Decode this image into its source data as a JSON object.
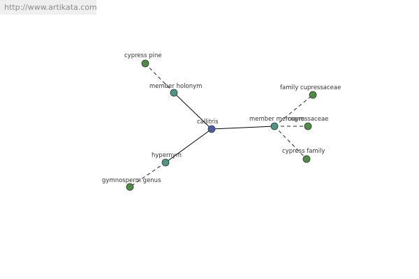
{
  "source": {
    "url_text": "http://www.artikata.com"
  },
  "graph": {
    "colors": {
      "center_node": "#4a5aa6",
      "relation_node": "#4f9488",
      "leaf_node": "#4f8c45",
      "node_stroke": "#2f3a2f",
      "solid_edge": "#000000",
      "dashed_edge": "#222222",
      "label_text": "#333333"
    },
    "nodes": [
      {
        "id": "callitris",
        "label": "callitris",
        "kind": "center"
      },
      {
        "id": "member-holonym",
        "label": "member holonym",
        "kind": "relation"
      },
      {
        "id": "cypress-pine",
        "label": "cypress pine",
        "kind": "leaf"
      },
      {
        "id": "hypernym",
        "label": "hypernym",
        "kind": "relation"
      },
      {
        "id": "gymnosperm-genus",
        "label": "gymnosperm genus",
        "kind": "leaf"
      },
      {
        "id": "member-meronym",
        "label": "member meronym",
        "kind": "relation"
      },
      {
        "id": "family-cupressaceae",
        "label": "family cupressaceae",
        "kind": "leaf"
      },
      {
        "id": "cupressaceae",
        "label": "cupressaceae",
        "kind": "leaf"
      },
      {
        "id": "cypress-family",
        "label": "cypress family",
        "kind": "leaf"
      }
    ],
    "edges": [
      {
        "from": "callitris",
        "to": "member-holonym",
        "style": "solid"
      },
      {
        "from": "callitris",
        "to": "hypernym",
        "style": "solid"
      },
      {
        "from": "callitris",
        "to": "member-meronym",
        "style": "solid"
      },
      {
        "from": "member-holonym",
        "to": "cypress-pine",
        "style": "dashed"
      },
      {
        "from": "hypernym",
        "to": "gymnosperm-genus",
        "style": "dashed"
      },
      {
        "from": "member-meronym",
        "to": "family-cupressaceae",
        "style": "dashed"
      },
      {
        "from": "member-meronym",
        "to": "cupressaceae",
        "style": "dashed"
      },
      {
        "from": "member-meronym",
        "to": "cypress-family",
        "style": "dashed"
      }
    ]
  }
}
